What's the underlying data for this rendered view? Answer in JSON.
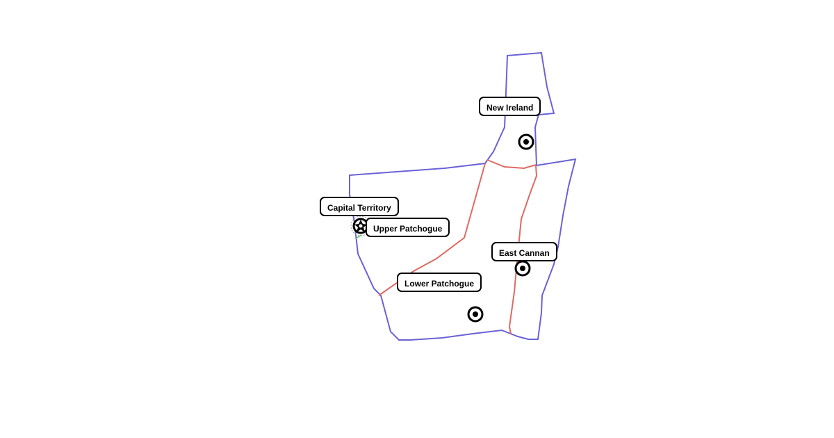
{
  "map": {
    "colors": {
      "outer_border": "#6a62d6",
      "inner_border": "#e06a62",
      "marker": "#000000"
    },
    "regions": [
      {
        "name": "New Ireland",
        "marker_icon": "city-target-icon"
      },
      {
        "name": "Capital Territory",
        "marker_icon": "capital-star-icon"
      },
      {
        "name": "Upper Patchogue",
        "marker_icon": "city-target-icon"
      },
      {
        "name": "East Cannan",
        "marker_icon": "city-target-icon"
      },
      {
        "name": "Lower Patchogue",
        "marker_icon": "city-target-icon"
      }
    ]
  }
}
